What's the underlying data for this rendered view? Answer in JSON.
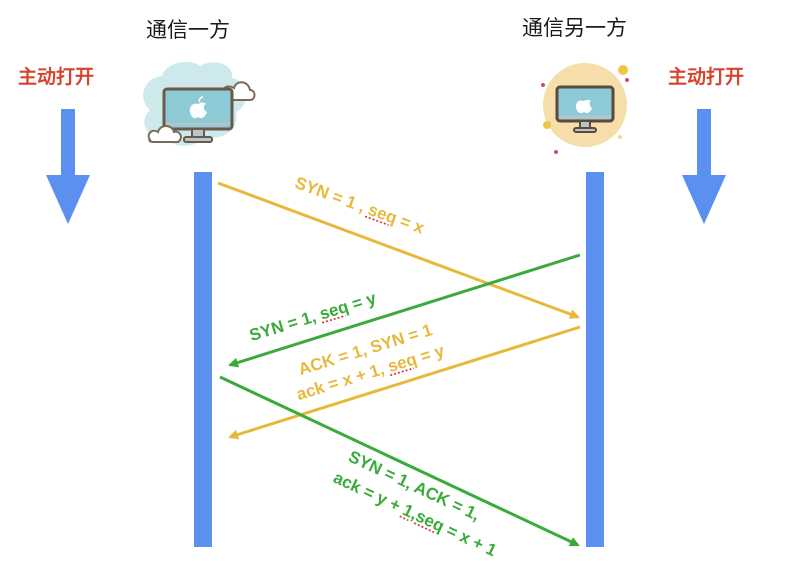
{
  "diagram": {
    "title_left": "通信一方",
    "title_right": "通信另一方",
    "open_left": "主动打开",
    "open_right": "主动打开",
    "icons": {
      "left": "computer-cloud-icon",
      "right": "computer-sun-icon",
      "down_arrow": "down-arrow-icon"
    },
    "colors": {
      "timeline": "#5b8ff0",
      "yellow": "#e7b93b",
      "green": "#3aaa3a",
      "open_label": "#d9432d"
    },
    "messages": [
      {
        "id": "m1",
        "color": "yellow",
        "direction": "left-to-right",
        "line1_a": "SYN = 1 , ",
        "line1_b": "seq",
        "line1_c": " = x"
      },
      {
        "id": "m2",
        "color": "green",
        "direction": "right-to-left",
        "line1_a": "SYN = 1, ",
        "line1_b": "seq",
        "line1_c": " = y"
      },
      {
        "id": "m3",
        "color": "yellow",
        "direction": "right-to-left",
        "line1": "ACK = 1, SYN = 1",
        "line2_a": "ack = x + 1, ",
        "line2_b": "seq",
        "line2_c": " = y"
      },
      {
        "id": "m4",
        "color": "green",
        "direction": "left-to-right",
        "line1": "SYN = 1, ACK = 1,",
        "line2_a": "ack = y + ",
        "line2_b": "1,seq",
        "line2_c": " = x + 1"
      }
    ]
  }
}
